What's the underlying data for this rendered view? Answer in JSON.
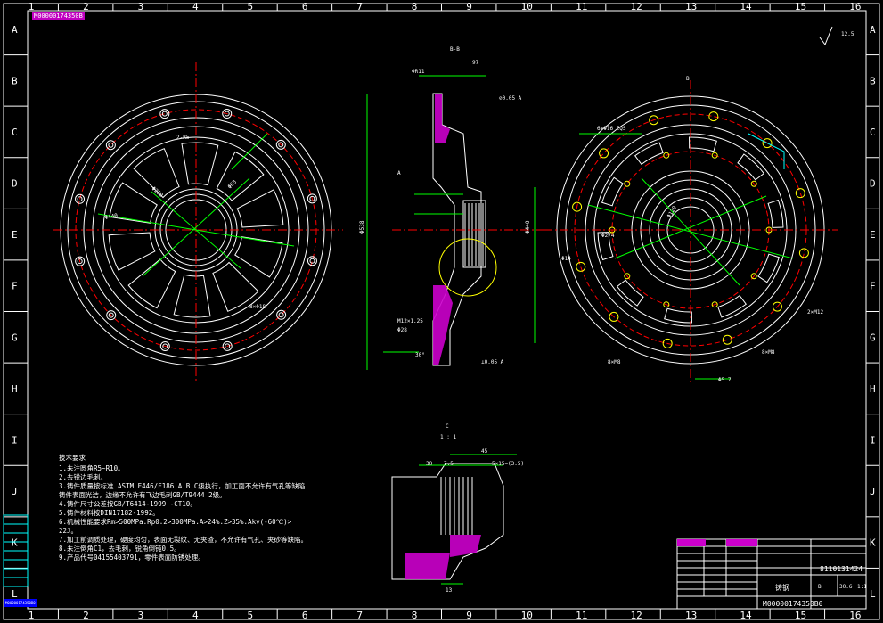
{
  "drawing": {
    "col_labels": [
      "1",
      "2",
      "3",
      "4",
      "5",
      "6",
      "7",
      "8",
      "9",
      "10",
      "11",
      "12",
      "13",
      "14",
      "15",
      "16"
    ],
    "row_labels": [
      "A",
      "B",
      "C",
      "D",
      "E",
      "F",
      "G",
      "H",
      "I",
      "J",
      "K",
      "L"
    ],
    "top_left_tag": "M00000174350B",
    "roughness": "12.5",
    "section_bb": "B-B",
    "section_c": "C",
    "section_c_scale": "1 : 1",
    "notes_title": "技术要求",
    "notes": [
      "1.未注圆角R5~R10。",
      "2.去锐边毛刺。",
      "3.铸件质量按标准 ASTM E446/E186.A.B.C级执行，加工面不允许有气孔等缺陷",
      "  铸件表面光洁，边缘不允许有飞边毛刺GB/T9444 2级。",
      "4.铸件尺寸公差按GB/T6414-1999 -CT10。",
      "5.铸件材料按DIN17182-1992。",
      "6.机械性能要求Rm>500MPa.Rp0.2>300MPa.A>24%.Z>35%.Akv(-60℃)>",
      "  22J。",
      "7.加工前调质处理，硬度均匀，表面无裂纹、无夹渣，不允许有气孔、夹砂等缺陷。",
      "8.未注倒角C1，去毛刺，锐角倒钝0.5。",
      "9.产品代号04155403791，零件表面防锈处理。"
    ],
    "title_block": {
      "part_no": "8110131424",
      "drawing_no": "M00000174350B0",
      "scale": "1:1",
      "sheet": "B",
      "weight": "30.6",
      "material": "铸钢"
    },
    "left_stamp": "M00000174350B0"
  },
  "colors": {
    "bg": "#000000",
    "frame": "#ffffff",
    "geometry": "#ffffff",
    "centerline": "#ff0000",
    "dimension": "#00ff00",
    "section": "#cc00cc",
    "hole": "#ffff00",
    "accent": "#00ffff",
    "stamp": "#0000ff"
  }
}
